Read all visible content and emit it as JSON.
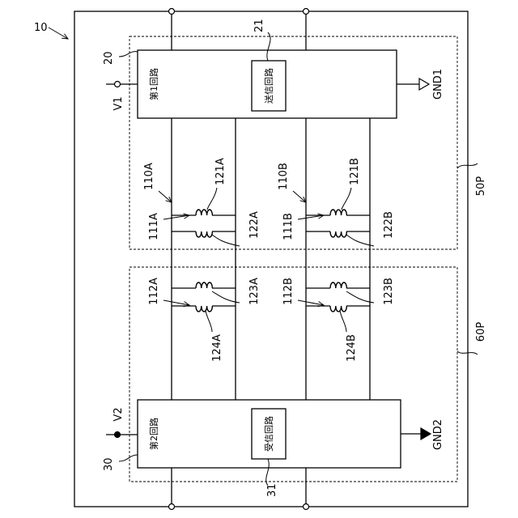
{
  "labels": {
    "system": "10",
    "first_circuit_ref": "20",
    "second_circuit_ref": "30",
    "tx_ref": "21",
    "rx_ref": "31",
    "first_circuit_name": "第1回路",
    "second_circuit_name": "第2回路",
    "tx_name": "送信回路",
    "rx_name": "受信回路",
    "v1": "V1",
    "v2": "V2",
    "gnd1": "GND1",
    "gnd2": "GND2",
    "package_top": "50P",
    "package_bottom": "60P",
    "channel_a": "110A",
    "channel_b": "110B",
    "coil_111a": "111A",
    "coil_112a": "112A",
    "coil_111b": "111B",
    "coil_112b": "112B",
    "coil_121a": "121A",
    "coil_122a": "122A",
    "coil_123a": "123A",
    "coil_124a": "124A",
    "coil_121b": "121B",
    "coil_122b": "122B",
    "coil_123b": "123B",
    "coil_124b": "124B"
  }
}
